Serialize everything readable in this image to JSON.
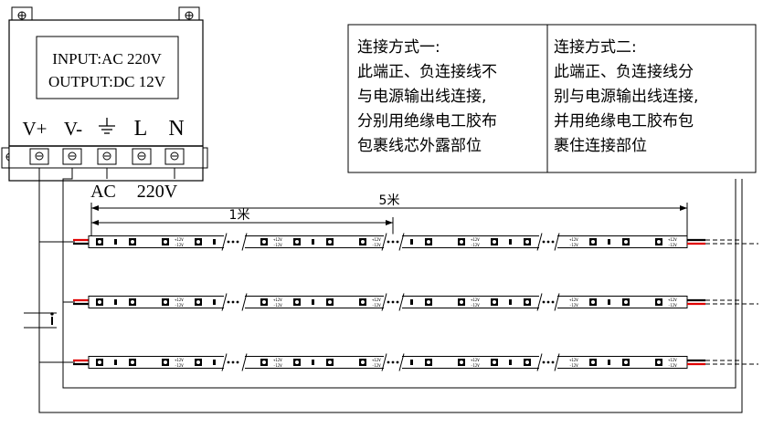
{
  "power_supply": {
    "display_lines": [
      "INPUT:AC 220V",
      "OUTPUT:DC 12V"
    ],
    "terminal_labels": {
      "vplus": "V+",
      "vminus": "V-",
      "l": "L",
      "n": "N"
    },
    "bottom_labels": {
      "ac": "AC",
      "v220": "220V"
    }
  },
  "methods": {
    "method1": {
      "title": "连接方式一:",
      "lines": [
        "此端正、负连接线不",
        "与电源输出线连接,",
        "分别用绝缘电工胶布",
        "包裹线芯外露部位"
      ]
    },
    "method2": {
      "title": "连接方式二:",
      "lines": [
        "此端正、负连接线分",
        "别与电源输出线连接,",
        "并用绝缘电工胶布包",
        "裹住连接部位"
      ]
    }
  },
  "dimensions": {
    "five_m": "5米",
    "one_m": "1米"
  },
  "strip_marks": {
    "top": "+12V",
    "bottom": "-12V"
  },
  "colors": {
    "line": "#000000",
    "red": "#e00000",
    "black": "#000000"
  }
}
